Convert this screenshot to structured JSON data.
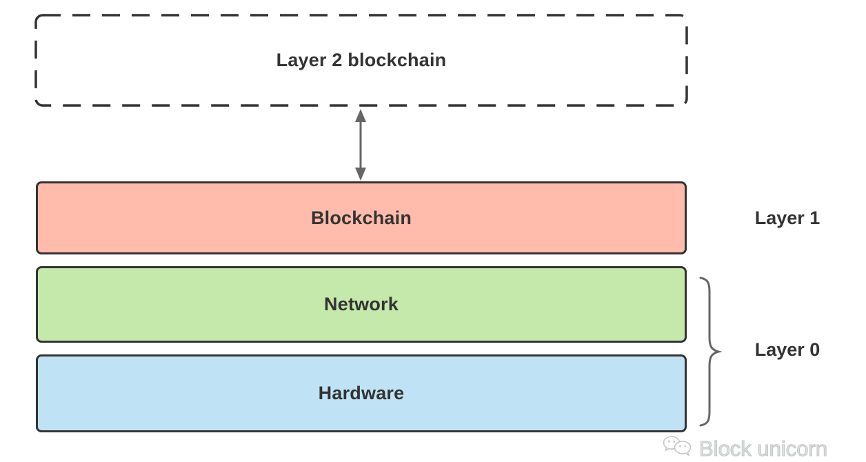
{
  "diagram": {
    "boxes": {
      "layer2": {
        "label": "Layer 2 blockchain"
      },
      "blockchain": {
        "label": "Blockchain",
        "fill": "#ffbcac"
      },
      "network": {
        "label": "Network",
        "fill": "#c5e8ab"
      },
      "hardware": {
        "label": "Hardware",
        "fill": "#bfe3f5"
      }
    },
    "side_labels": {
      "layer1": "Layer 1",
      "layer0": "Layer 0"
    },
    "icons": {
      "arrow": "double-headed-vertical-arrow-icon",
      "brace": "right-curly-brace-icon"
    },
    "colors": {
      "box_border": "#333333",
      "dashed_border": "#333333",
      "label_text": "#333333",
      "arrow": "#666666",
      "brace": "#666666"
    }
  },
  "watermark": {
    "icon": "wechat-bubbles-icon",
    "text": "Block unicorn",
    "color": "#c9cdcd"
  }
}
